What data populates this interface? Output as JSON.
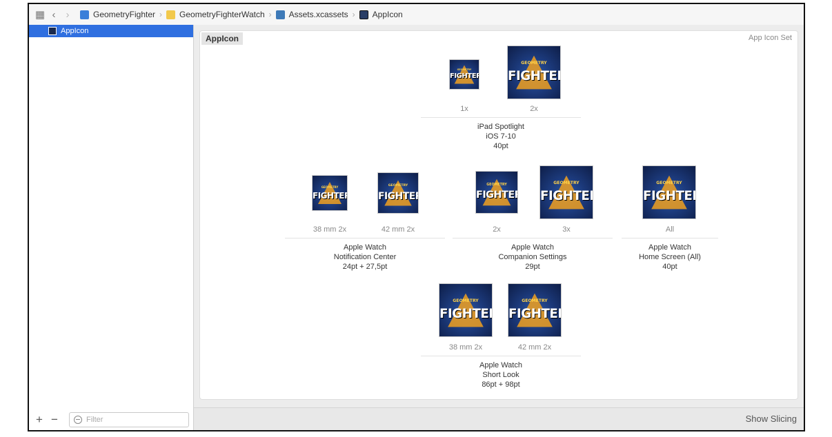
{
  "breadcrumb": {
    "items": [
      "GeometryFighter",
      "GeometryFighterWatch",
      "Assets.xcassets",
      "AppIcon"
    ]
  },
  "sidebar": {
    "items": [
      {
        "label": "AppIcon"
      }
    ],
    "filter_placeholder": "Filter"
  },
  "main": {
    "set_name": "AppIcon",
    "set_type": "App Icon Set",
    "footer_button": "Show Slicing"
  },
  "icon_art": {
    "title": "FIGHTER",
    "subtitle": "GEOMETRY"
  },
  "groups": [
    {
      "scales": [
        "1x",
        "2x"
      ],
      "caption": [
        "iPad Spotlight",
        "iOS 7-10",
        "40pt"
      ]
    },
    {
      "scales": [
        "38 mm 2x",
        "42 mm 2x"
      ],
      "caption": [
        "Apple Watch",
        "Notification Center",
        "24pt + 27,5pt"
      ]
    },
    {
      "scales": [
        "2x",
        "3x"
      ],
      "caption": [
        "Apple Watch",
        "Companion Settings",
        "29pt"
      ]
    },
    {
      "scales": [
        "All"
      ],
      "caption": [
        "Apple Watch",
        "Home Screen (All)",
        "40pt"
      ]
    },
    {
      "scales": [
        "38 mm 2x",
        "42 mm 2x"
      ],
      "caption": [
        "Apple Watch",
        "Short Look",
        "86pt + 98pt"
      ]
    }
  ],
  "colors": {
    "selection": "#2f6fe0",
    "icon_bg": "#1c3a7c",
    "icon_triangle": "#f0a020"
  }
}
